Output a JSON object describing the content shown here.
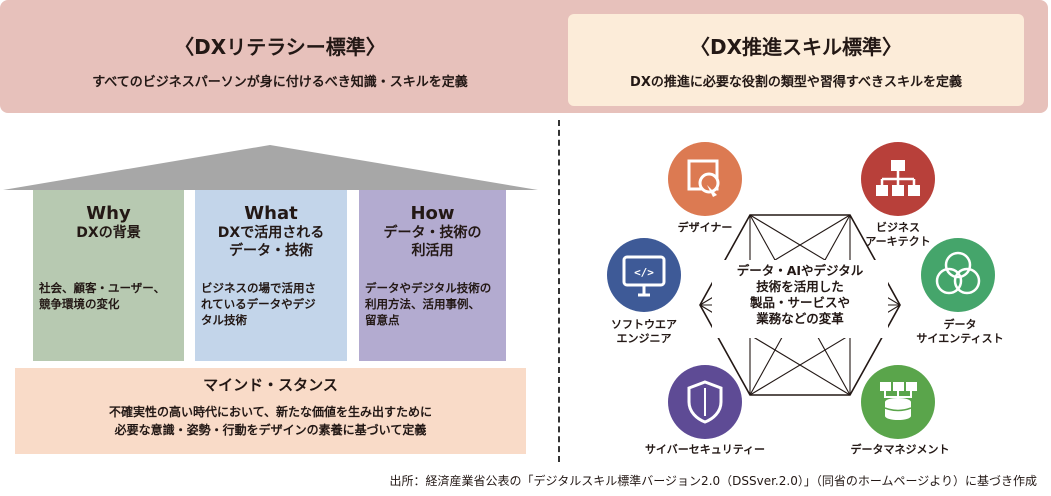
{
  "literacy": {
    "title": "〈DXリテラシー標準〉",
    "subtitle": "すべてのビジネスパーソンが身に付けるべき知識・スキルを定義"
  },
  "skill": {
    "title": "〈DX推進スキル標準〉",
    "subtitle": "DXの推進に必要な役割の類型や習得すべきスキルを定義"
  },
  "columns": [
    {
      "head": "Why",
      "sub": [
        "DXの背景"
      ],
      "body": [
        "社会、顧客・ユーザー、",
        "競争環境の変化"
      ],
      "color": "#b7c9b1"
    },
    {
      "head": "What",
      "sub": [
        "DXで活用される",
        "データ・技術"
      ],
      "body": [
        "ビジネスの場で活用さ",
        "れているデータやデジ",
        "タル技術"
      ],
      "color": "#c3d5ea"
    },
    {
      "head": "How",
      "sub": [
        "データ・技術の",
        "利活用"
      ],
      "body": [
        "データやデジタル技術の",
        "利用方法、活用事例、",
        "留意点"
      ],
      "color": "#b3abd0"
    }
  ],
  "mindset": {
    "title": "マインド・スタンス",
    "body": [
      "不確実性の高い時代において、新たな価値を生み出すために",
      "必要な意識・姿勢・行動をデザインの素養に基づいて定義"
    ]
  },
  "center_text": [
    "データ・AIやデジタル",
    "技術を活用した",
    "製品・サービスや",
    "業務などの変革"
  ],
  "roles": [
    {
      "label": [
        "デザイナー"
      ],
      "icon": "designer-icon",
      "color": "#dc7a52"
    },
    {
      "label": [
        "ビジネス",
        "アーキテクト"
      ],
      "icon": "business-architect-icon",
      "color": "#b8403a"
    },
    {
      "label": [
        "データ",
        "サイエンティスト"
      ],
      "icon": "data-scientist-icon",
      "color": "#45a56b"
    },
    {
      "label": [
        "データマネジメント"
      ],
      "icon": "data-management-icon",
      "color": "#5aa54b"
    },
    {
      "label": [
        "サイバーセキュリティー"
      ],
      "icon": "shield-icon",
      "color": "#5e4b95"
    },
    {
      "label": [
        "ソフトウエア",
        "エンジニア"
      ],
      "icon": "software-engineer-icon",
      "color": "#3e5a97"
    }
  ],
  "footer": "出所：経済産業省公表の「デジタルスキル標準バージョン2.0（DSSver.2.0）」（同省のホームページより）に基づき作成"
}
